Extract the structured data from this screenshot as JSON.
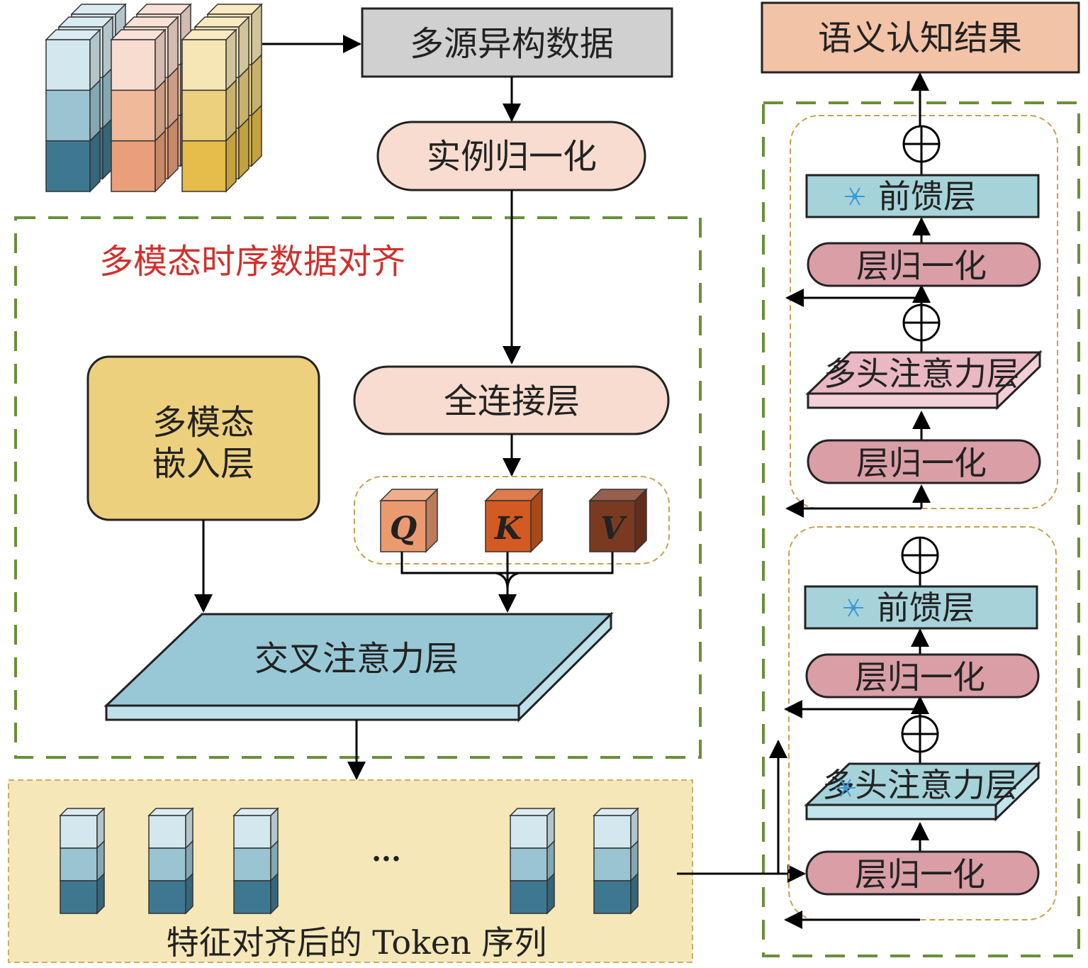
{
  "nodes": {
    "source": "多源异构数据",
    "instance_norm": "实例归一化",
    "align_title": "多模态时序数据对齐",
    "embed": "多模态嵌入层",
    "embed_line1": "多模态",
    "embed_line2": "嵌入层",
    "fc": "全连接层",
    "q": "Q",
    "k": "K",
    "v": "V",
    "cross_attn": "交叉注意力层",
    "ellipsis": "···",
    "token_seq": "特征对齐后的 Token 序列",
    "result": "语义认知结果",
    "ffn": "前馈层",
    "layer_norm": "层归一化",
    "mha": "多头注意力层"
  },
  "colors": {
    "green_dash": "#6a8f3a",
    "title_red": "#d0312d",
    "gray_box": "#d0d0d0",
    "peach": "#f7dccf",
    "embed_yellow": "#edd07e",
    "cross_blue": "#98c8d6",
    "token_panel": "#f6e7b8",
    "result": "#f2c3a6",
    "ffn_blue": "#a6d3da",
    "ln_pink": "#d99ea6",
    "mha_pink": "#e9b8c2",
    "q": "#eb9a70",
    "k": "#d35a22",
    "v": "#7a3a22",
    "snowflake": "#3a9ad9"
  },
  "icons": [
    "snowflake-icon",
    "plus-circle-icon"
  ]
}
